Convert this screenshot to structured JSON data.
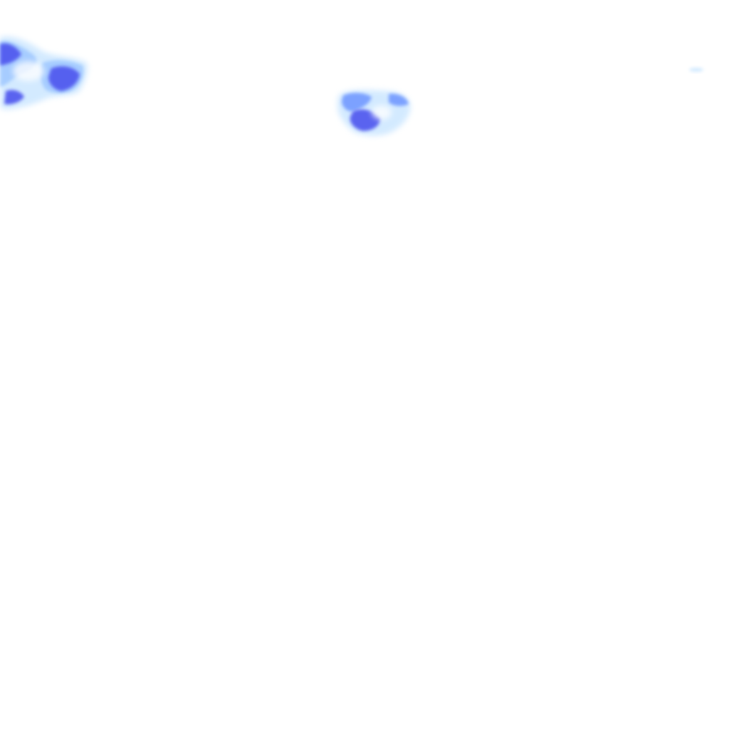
{
  "map": {
    "background_color": "#ffffff",
    "tile_type": "precipitation-radar-overlay",
    "palette": {
      "light": "#cfe8ff",
      "mid": "#9fc7ff",
      "medium": "#6d95ff",
      "strong": "#4d55ee"
    },
    "cells": [
      {
        "id": "cell-top-left",
        "intensity_levels": [
          "light",
          "medium",
          "strong"
        ]
      },
      {
        "id": "cell-top-center",
        "intensity_levels": [
          "light",
          "medium",
          "strong"
        ]
      },
      {
        "id": "cell-top-right",
        "intensity_levels": [
          "light"
        ]
      }
    ]
  }
}
